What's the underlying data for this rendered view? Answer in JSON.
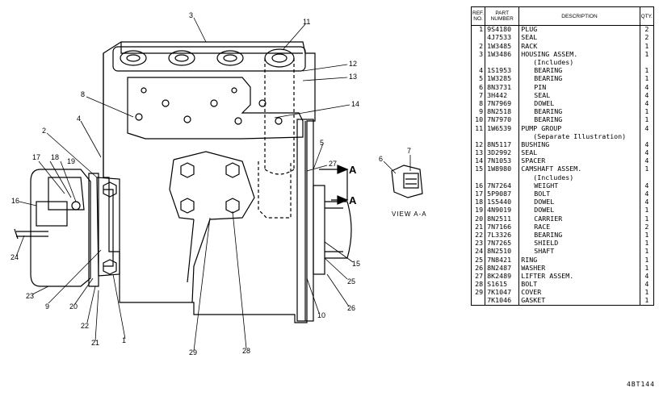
{
  "table": {
    "headers": {
      "ref": "REF. NO.",
      "part": "PART NUMBER",
      "desc": "DESCRIPTION",
      "qty": "QTY."
    },
    "rows": [
      {
        "ref": "1",
        "part": "9S4180",
        "desc": "PLUG",
        "qty": "2",
        "indent": 0
      },
      {
        "ref": "",
        "part": "4J7533",
        "desc": "SEAL",
        "qty": "2",
        "indent": 0
      },
      {
        "ref": "2",
        "part": "1W3485",
        "desc": "RACK",
        "qty": "1",
        "indent": 0
      },
      {
        "ref": "3",
        "part": "1W3486",
        "desc": "HOUSING ASSEM.",
        "qty": "1",
        "indent": 0
      },
      {
        "ref": "",
        "part": "",
        "desc": "(Includes)",
        "qty": "",
        "indent": 1
      },
      {
        "ref": "4",
        "part": "1S1953",
        "desc": "BEARING",
        "qty": "1",
        "indent": 2
      },
      {
        "ref": "5",
        "part": "1W3285",
        "desc": "BEARING",
        "qty": "1",
        "indent": 2
      },
      {
        "ref": "6",
        "part": "8N3731",
        "desc": "PIN",
        "qty": "4",
        "indent": 2
      },
      {
        "ref": "7",
        "part": "3H442",
        "desc": "SEAL",
        "qty": "4",
        "indent": 2
      },
      {
        "ref": "8",
        "part": "7N7969",
        "desc": "DOWEL",
        "qty": "4",
        "indent": 2
      },
      {
        "ref": "9",
        "part": "8N2518",
        "desc": "BEARING",
        "qty": "1",
        "indent": 2
      },
      {
        "ref": "10",
        "part": "7N7970",
        "desc": "BEARING",
        "qty": "1",
        "indent": 2
      },
      {
        "ref": "11",
        "part": "1W6539",
        "desc": "PUMP GROUP",
        "qty": "4",
        "indent": 0
      },
      {
        "ref": "",
        "part": "",
        "desc": "(Separate Illustration)",
        "qty": "",
        "indent": 1
      },
      {
        "ref": "12",
        "part": "8N5117",
        "desc": "BUSHING",
        "qty": "4",
        "indent": 0
      },
      {
        "ref": "13",
        "part": "3D2992",
        "desc": "SEAL",
        "qty": "4",
        "indent": 0
      },
      {
        "ref": "14",
        "part": "7N1053",
        "desc": "SPACER",
        "qty": "4",
        "indent": 0
      },
      {
        "ref": "15",
        "part": "1W8980",
        "desc": "CAMSHAFT ASSEM.",
        "qty": "1",
        "indent": 0
      },
      {
        "ref": "",
        "part": "",
        "desc": "(Includes)",
        "qty": "",
        "indent": 1
      },
      {
        "ref": "16",
        "part": "7N7264",
        "desc": "WEIGHT",
        "qty": "4",
        "indent": 2
      },
      {
        "ref": "17",
        "part": "5P9087",
        "desc": "BOLT",
        "qty": "4",
        "indent": 2
      },
      {
        "ref": "18",
        "part": "1S5440",
        "desc": "DOWEL",
        "qty": "4",
        "indent": 2
      },
      {
        "ref": "19",
        "part": "4N9019",
        "desc": "DOWEL",
        "qty": "1",
        "indent": 2
      },
      {
        "ref": "20",
        "part": "8N2511",
        "desc": "CARRIER",
        "qty": "1",
        "indent": 2
      },
      {
        "ref": "21",
        "part": "7N7166",
        "desc": "RACE",
        "qty": "2",
        "indent": 2
      },
      {
        "ref": "22",
        "part": "7L3326",
        "desc": "BEARING",
        "qty": "1",
        "indent": 2
      },
      {
        "ref": "23",
        "part": "7N7265",
        "desc": "SHIELD",
        "qty": "1",
        "indent": 2
      },
      {
        "ref": "24",
        "part": "8N2510",
        "desc": "SHAFT",
        "qty": "1",
        "indent": 2
      },
      {
        "ref": "25",
        "part": "7N8421",
        "desc": "RING",
        "qty": "1",
        "indent": 0
      },
      {
        "ref": "26",
        "part": "8N2487",
        "desc": "WASHER",
        "qty": "1",
        "indent": 0
      },
      {
        "ref": "27",
        "part": "8K2489",
        "desc": "LIFTER ASSEM.",
        "qty": "4",
        "indent": 0
      },
      {
        "ref": "28",
        "part": "S1615",
        "desc": "BOLT",
        "qty": "4",
        "indent": 0
      },
      {
        "ref": "29",
        "part": "7K1047",
        "desc": "COVER",
        "qty": "1",
        "indent": 0
      },
      {
        "ref": "",
        "part": "7K1046",
        "desc": "GASKET",
        "qty": "1",
        "indent": 0
      }
    ]
  },
  "callouts": [
    "1",
    "2",
    "3",
    "4",
    "5",
    "6",
    "7",
    "8",
    "9",
    "10",
    "11",
    "12",
    "13",
    "14",
    "15",
    "16",
    "17",
    "18",
    "19",
    "20",
    "21",
    "22",
    "23",
    "24",
    "25",
    "26",
    "27",
    "28",
    "29"
  ],
  "view_label": "VIEW A-A",
  "section_letter": "A",
  "footer_code": "4BT144"
}
